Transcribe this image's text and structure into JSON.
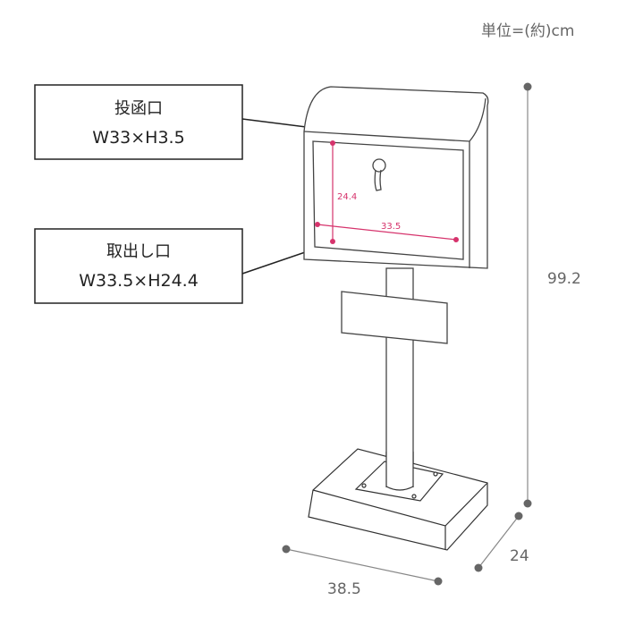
{
  "unit_label": "単位=(約)cm",
  "callouts": [
    {
      "title": "投函口",
      "size": "W33×H3.5"
    },
    {
      "title": "取出し口",
      "size": "W33.5×H24.4"
    }
  ],
  "slot_dims": {
    "height": "24.4",
    "width": "33.5"
  },
  "overall_dims": {
    "height": "99.2",
    "depth": "24",
    "width": "38.5"
  },
  "colors": {
    "accent": "#d6336c",
    "dim_gray": "#666666",
    "line": "#333333"
  }
}
